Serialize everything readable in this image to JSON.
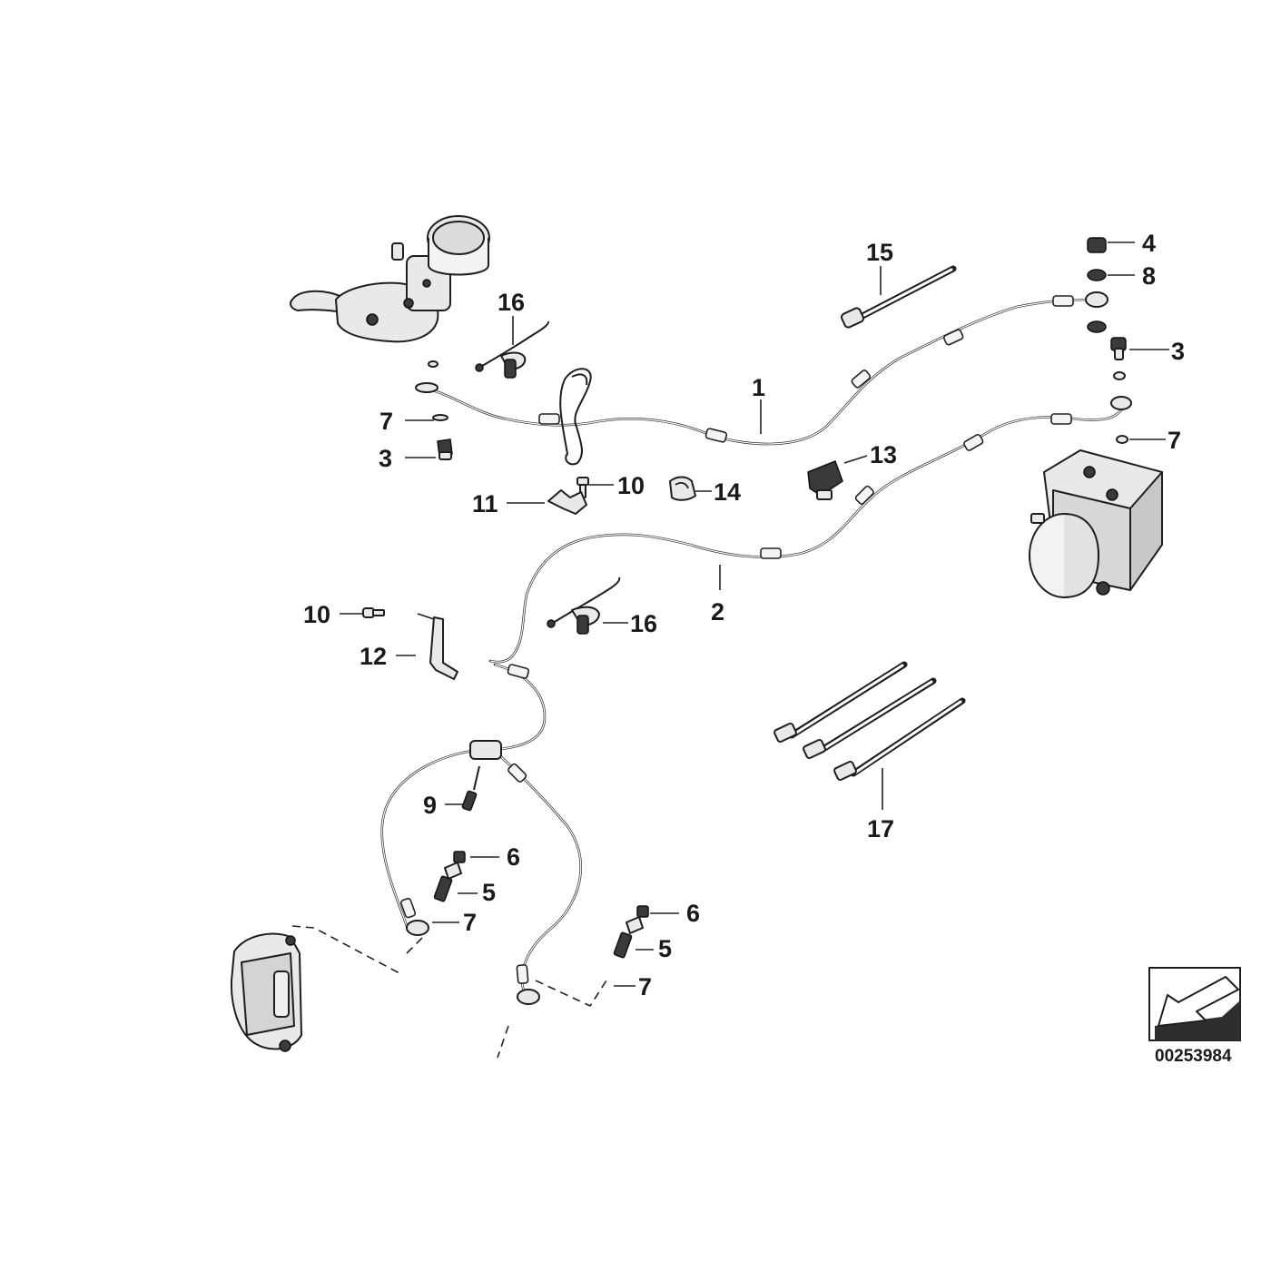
{
  "diagram_id": "00253984",
  "callouts": {
    "c1": "1",
    "c2": "2",
    "c3a": "3",
    "c3b": "3",
    "c4": "4",
    "c5a": "5",
    "c5b": "5",
    "c6a": "6",
    "c6b": "6",
    "c7a": "7",
    "c7b": "7",
    "c7c": "7",
    "c7d": "7",
    "c8": "8",
    "c9": "9",
    "c10a": "10",
    "c10b": "10",
    "c11": "11",
    "c12": "12",
    "c13": "13",
    "c14": "14",
    "c15": "15",
    "c16a": "16",
    "c16b": "16",
    "c17": "17"
  }
}
